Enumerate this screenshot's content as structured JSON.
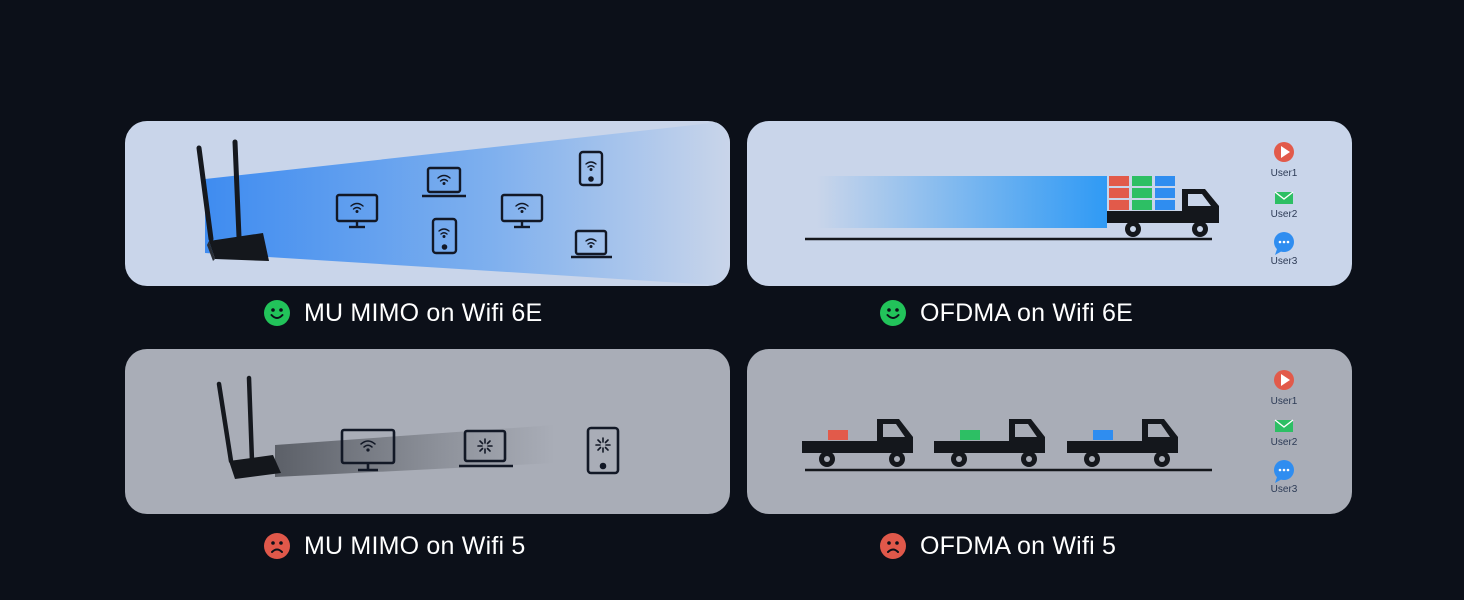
{
  "colors": {
    "background": "#0c1019",
    "good_panel": "#c9d5ea",
    "bad_panel": "#a9adb7",
    "good_face": "#22c35a",
    "bad_face": "#e0584a",
    "beam_blue": "#3d8ef0",
    "parcel_red": "#e25a4a",
    "parcel_green": "#2dbf64",
    "parcel_blue": "#2f8df0"
  },
  "panels": [
    {
      "caption": "MU MIMO on Wifi 6E",
      "status": "good"
    },
    {
      "caption": "OFDMA on Wifi 6E",
      "status": "good",
      "users": [
        "User1",
        "User2",
        "User3"
      ]
    },
    {
      "caption": "MU MIMO on Wifi 5",
      "status": "bad"
    },
    {
      "caption": "OFDMA on Wifi 5",
      "status": "bad",
      "users": [
        "User1",
        "User2",
        "User3"
      ]
    }
  ],
  "icons": {
    "good": "smiley-face-icon",
    "bad": "sad-face-icon",
    "user1": "play-icon",
    "user2": "mail-icon",
    "user3": "chat-bubble-icon"
  }
}
